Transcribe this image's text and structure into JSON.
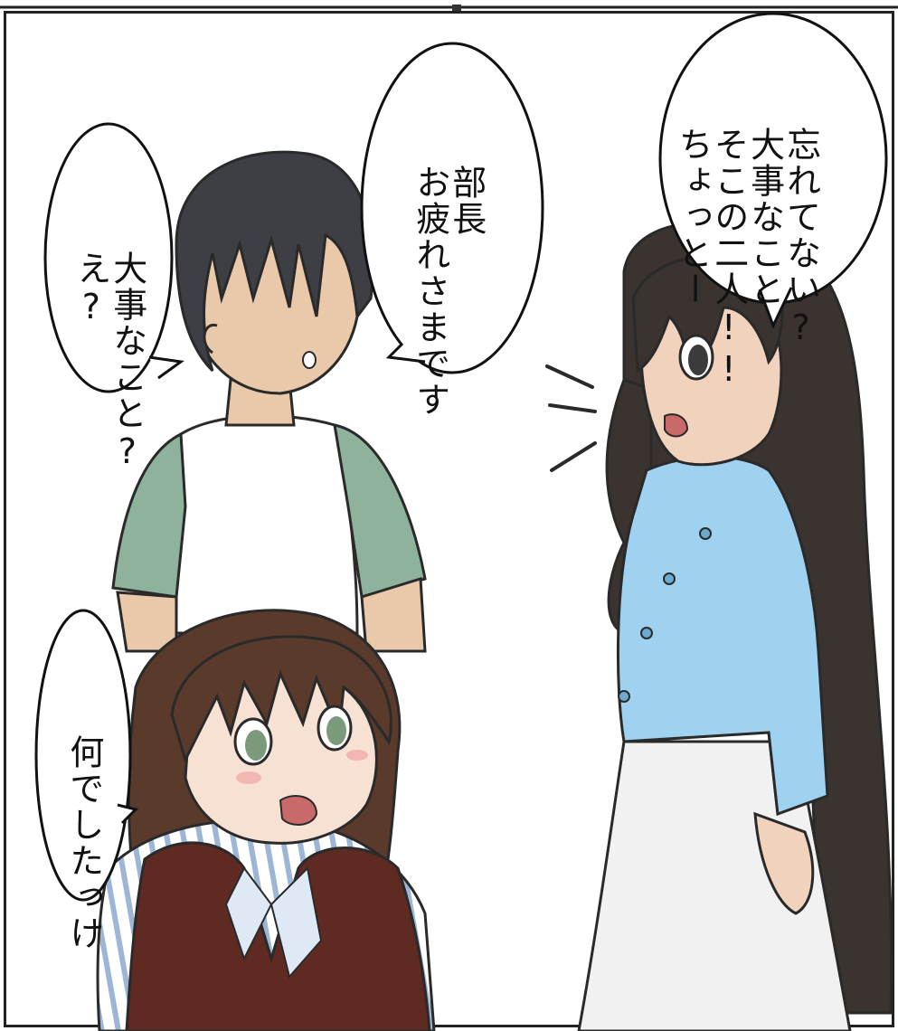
{
  "page": {
    "kind": "manga-panel",
    "language": "ja"
  },
  "speech_bubbles": {
    "girl_right": {
      "lines": [
        "ちょっとー",
        "そこの二人!!",
        "大事なこと",
        "忘れてない?"
      ]
    },
    "boy_center": {
      "lines": [
        "お疲れさまです",
        "部長"
      ]
    },
    "boy_left": {
      "lines": [
        "え?",
        "大事なこと?"
      ]
    },
    "girl_front": {
      "lines": [
        "何でしたっけ"
      ]
    }
  },
  "characters": [
    {
      "name": "boy",
      "hair": "dark gray",
      "shirt": "white raglan with green sleeves"
    },
    {
      "name": "front-girl",
      "hair": "brown",
      "outfit": "striped blouse with dark red vest"
    },
    {
      "name": "long-hair-girl",
      "hair": "long dark brown",
      "outfit": "light blue cardigan, white skirt"
    }
  ],
  "colors": {
    "line": "#2a2a2a",
    "boy_hair": "#3d3f45",
    "boy_skin": "#e9c9aa",
    "boy_sleeve": "#8fb29c",
    "girl_hair": "#5a3a2a",
    "girl_vest": "#5e2a22",
    "stripe": "#9db6d6",
    "long_hair": "#3a3330",
    "cardigan": "#9fd2f0",
    "skirt": "#f1f1f1",
    "blush": "#f3b6b0"
  }
}
